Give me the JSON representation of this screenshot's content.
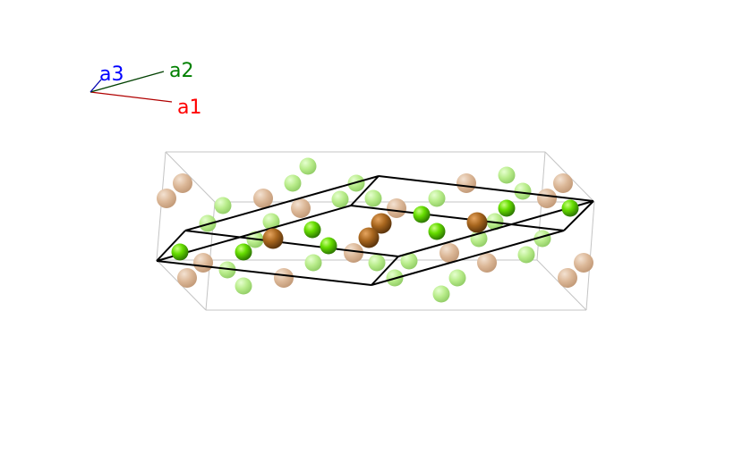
{
  "axes": {
    "a1": {
      "label": "a1",
      "color": "#ff0000"
    },
    "a2": {
      "label": "a2",
      "color": "#008000"
    },
    "a3": {
      "label": "a3",
      "color": "#0000ff"
    }
  },
  "colors": {
    "cell": "#000000",
    "box": "#bbbbbb",
    "atom_green": "#66dd00",
    "atom_brown": "#a8661e",
    "ghost_green": "#b8ec8a",
    "ghost_tan": "#dcb898"
  }
}
